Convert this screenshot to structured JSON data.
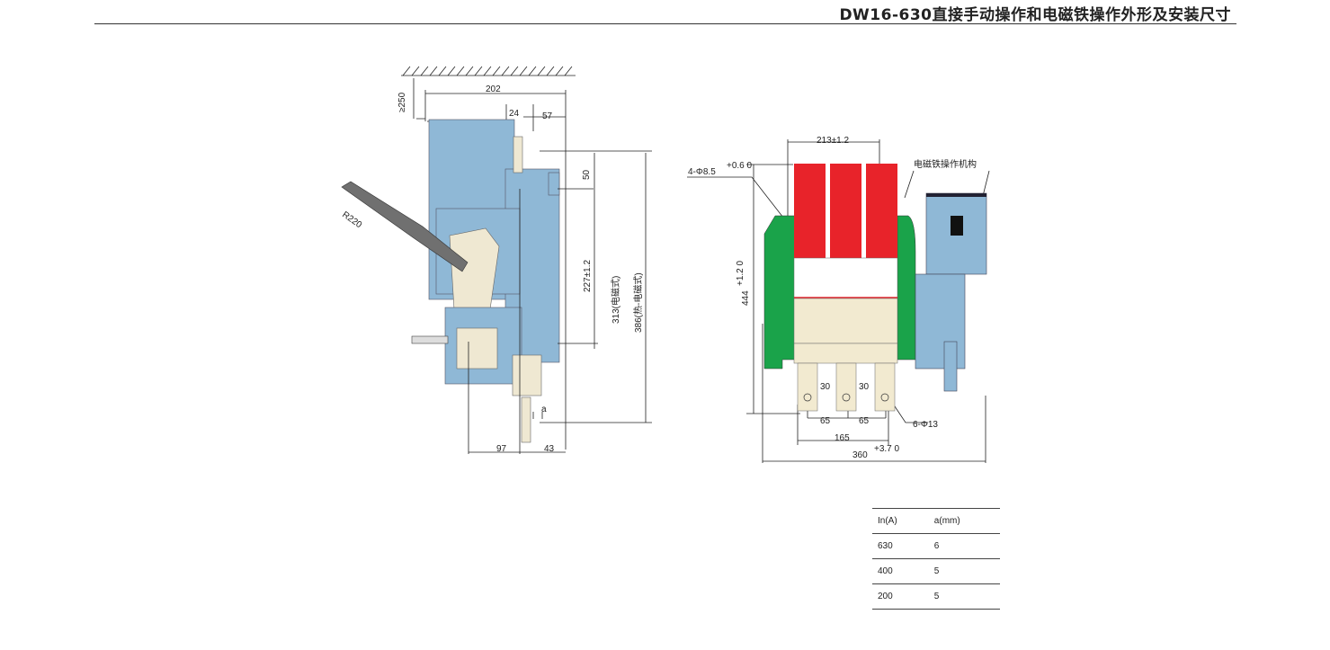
{
  "header": {
    "title": "DW16-630直接手动操作和电磁铁操作外形及安装尺寸"
  },
  "side_view": {
    "dims": {
      "clearance": "≥250",
      "width": "202",
      "d24": "24",
      "d57": "57",
      "d50": "50",
      "d227": "227±1.2",
      "d313": "313(电磁式)",
      "d386": "386(热-电磁式)",
      "radius": "R220",
      "a": "a",
      "d97": "97",
      "d43": "43"
    },
    "colors": {
      "body": "#8fb8d6",
      "plate": "#efe8d2",
      "handle": "#707070"
    }
  },
  "front_view": {
    "dims": {
      "width_top": "213±1.2",
      "holes": "4-Φ8.5",
      "holes_tol": "+0.6 0",
      "height": "444",
      "height_tol": "+1.2 0",
      "d30a": "30",
      "d30b": "30",
      "d65a": "65",
      "d65b": "65",
      "d165": "165",
      "d360": "360",
      "d360_tol": "+3.7 0",
      "terminal_holes": "6-Φ13",
      "mechanism": "电磁铁操作机构"
    },
    "colors": {
      "pole": "#e8232a",
      "frame": "#1aa34a",
      "mech": "#8fb8d6",
      "terminal": "#f2ead0"
    }
  },
  "table": {
    "headers": [
      "In(A)",
      "a(mm)"
    ],
    "rows": [
      [
        "630",
        "6"
      ],
      [
        "400",
        "5"
      ],
      [
        "200",
        "5"
      ]
    ]
  }
}
